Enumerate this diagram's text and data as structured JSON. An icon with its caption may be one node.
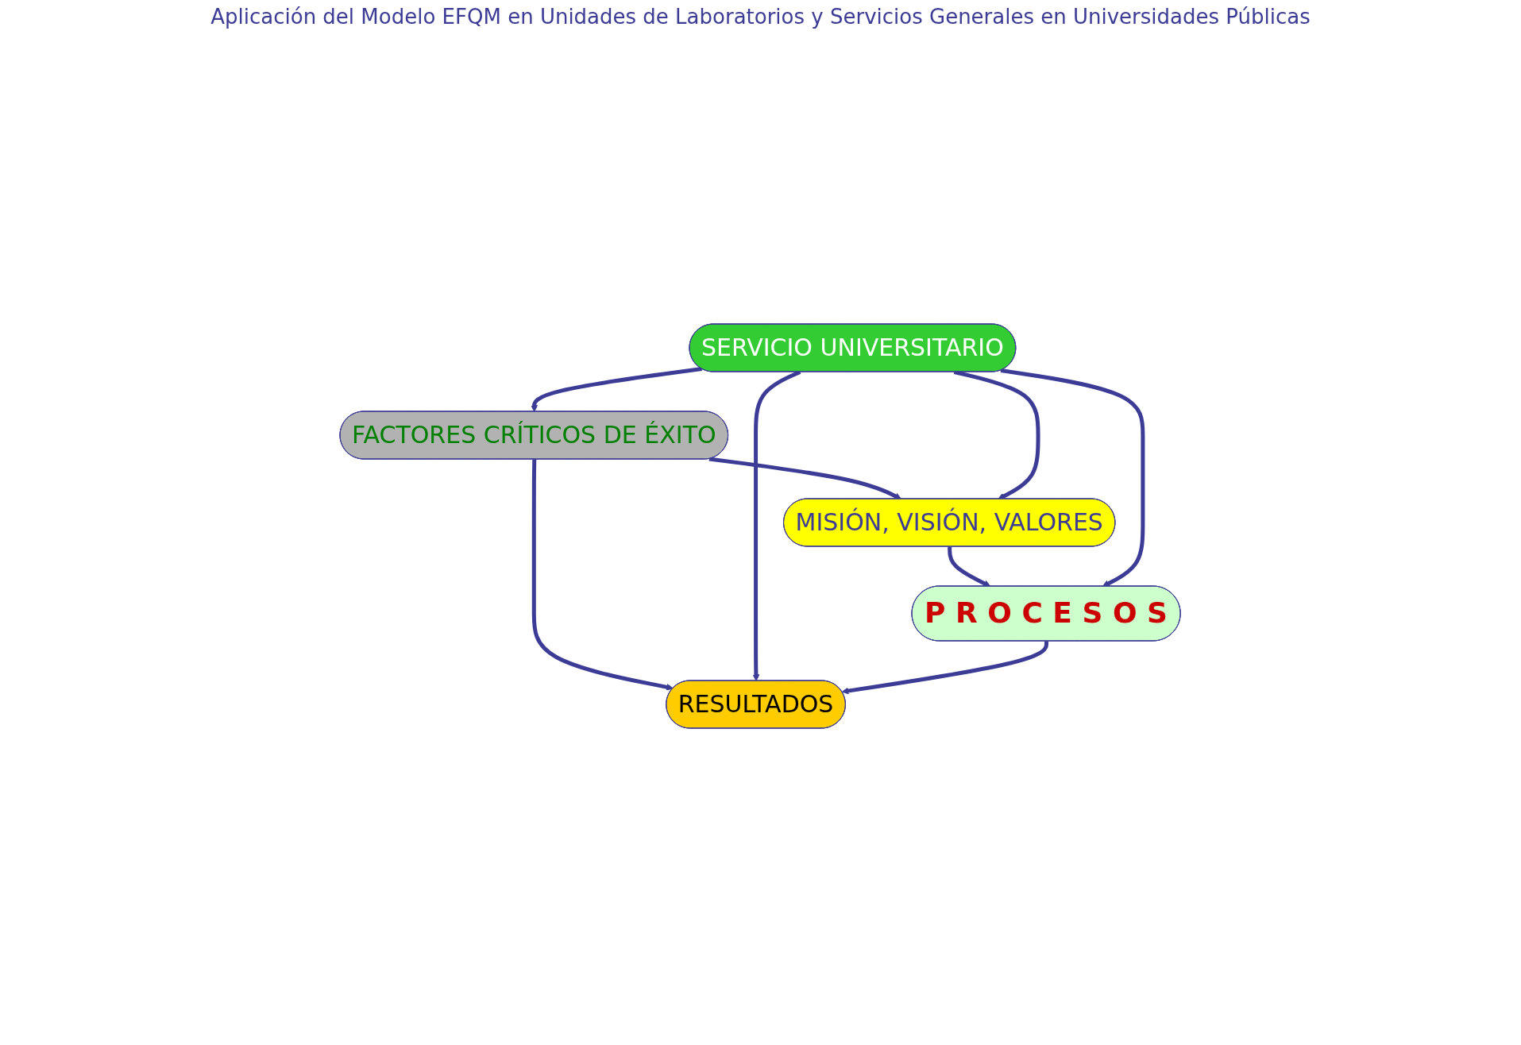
{
  "diagram": {
    "title": "Aplicación del Modelo EFQM en Unidades de Laboratorios y Servicios Generales en Universidades Públicas",
    "nodes": [
      {
        "text": [
          "FACTORES CRÍTICOS DE ÉXITO"
        ]
      },
      {
        "text": [
          "MISIÓN, VISIÓN, VALORES"
        ]
      },
      {
        "text": [
          "SERVICIO UNIVERSITARIO"
        ]
      },
      {
        "text": [
          "P R O C E S O S"
        ]
      },
      {
        "text": [
          "RESULTADOS"
        ]
      }
    ],
    "edges": [
      {
        "from": 2,
        "to": 0,
        "arrow": "to"
      },
      {
        "from": 0,
        "to": 1,
        "arrow": "to"
      },
      {
        "from": 2,
        "to": 1,
        "arrow": "to"
      },
      {
        "from": 1,
        "to": 3,
        "arrow": "to"
      },
      {
        "from": 2,
        "to": 3,
        "arrow": "to"
      },
      {
        "from": 0,
        "to": 4,
        "arrow": "to"
      },
      {
        "from": 2,
        "to": 4,
        "arrow": "to"
      },
      {
        "from": 3,
        "to": 4,
        "arrow": "to"
      }
    ]
  }
}
